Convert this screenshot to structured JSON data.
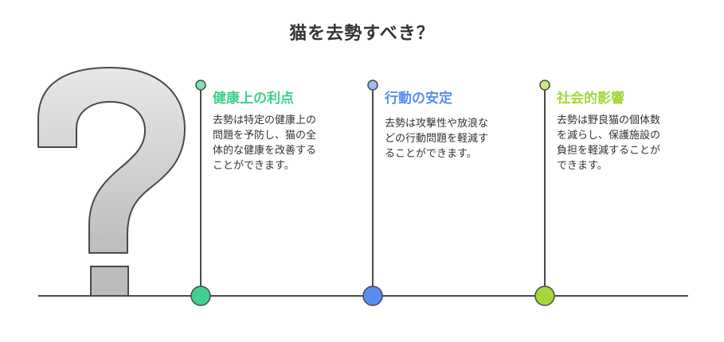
{
  "title": "猫を去勢すべき？",
  "colors": {
    "green": "#3fcf8e",
    "blue": "#5a8dee",
    "lime": "#a4d83a",
    "line": "#4a4a4a",
    "question_fill_top": "#e6e6e6",
    "question_fill_bottom": "#bcbcbc"
  },
  "icon": "question-mark-icon",
  "items": [
    {
      "heading": "健康上の利点",
      "line1": "去勢は特定の健康上の",
      "line2": "問題を予防し、猫の全",
      "line3": "体的な健康を改善する",
      "line4": "ことができます。"
    },
    {
      "heading": "行動の安定",
      "line1": "去勢は攻撃性や放浪な",
      "line2": "どの行動問題を軽減す",
      "line3": "ることができます。",
      "line4": ""
    },
    {
      "heading": "社会的影響",
      "line1": "去勢は野良猫の個体数",
      "line2": "を減らし、保護施設の",
      "line3": "負担を軽減することが",
      "line4": "できます。"
    }
  ]
}
